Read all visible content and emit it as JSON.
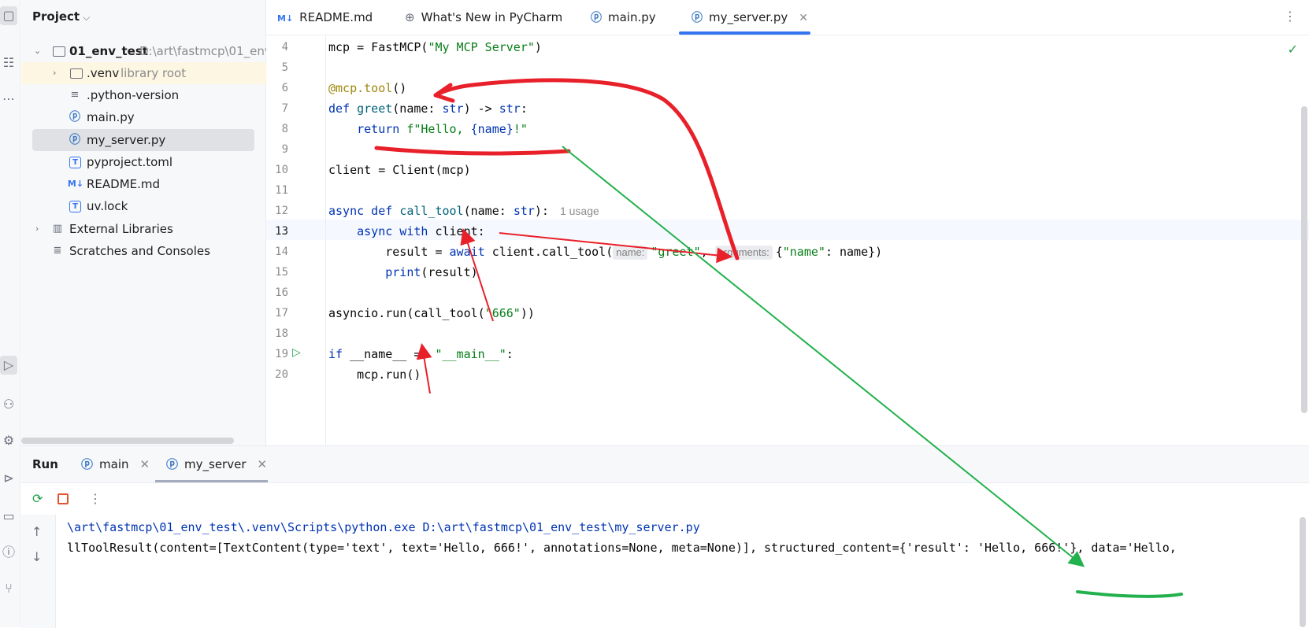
{
  "project": {
    "header": "Project",
    "tree": [
      {
        "label": "01_env_test",
        "extra": "D:\\art\\fastmcp\\01_env_",
        "bold": true
      },
      {
        "label": ".venv",
        "extra": "library root"
      },
      {
        "label": ".python-version",
        "extra": ""
      },
      {
        "label": "main.py",
        "extra": ""
      },
      {
        "label": "my_server.py",
        "extra": ""
      },
      {
        "label": "pyproject.toml",
        "extra": ""
      },
      {
        "label": "README.md",
        "extra": ""
      },
      {
        "label": "uv.lock",
        "extra": ""
      },
      {
        "label": "External Libraries",
        "extra": ""
      },
      {
        "label": "Scratches and Consoles",
        "extra": ""
      }
    ]
  },
  "tabs": [
    {
      "label": "README.md",
      "icon": "markdown-icon"
    },
    {
      "label": "What's New in PyCharm",
      "icon": "globe-icon"
    },
    {
      "label": "main.py",
      "icon": "python-icon"
    },
    {
      "label": "my_server.py",
      "icon": "python-icon",
      "active": true
    }
  ],
  "editor": {
    "line_numbers": [
      "4",
      "5",
      "6",
      "7",
      "8",
      "9",
      "10",
      "11",
      "12",
      "13",
      "14",
      "15",
      "16",
      "17",
      "18",
      "19",
      "20"
    ],
    "current_line": "13",
    "usage_hint": "1 usage",
    "param_hints": {
      "name": "name:",
      "arguments": "arguments:"
    },
    "code": {
      "l4_a": "mcp = FastMCP(",
      "l4_s": "\"My MCP Server\"",
      "l4_b": ")",
      "l6_d": "@mcp.tool",
      "l6_b": "()",
      "l7_kw": "def ",
      "l7_fn": "greet",
      "l7_a": "(name: ",
      "l7_t": "str",
      "l7_b": ") -> ",
      "l7_t2": "str",
      "l7_c": ":",
      "l8_kw": "    return ",
      "l8_s": "f\"Hello, ",
      "l8_v": "{name}",
      "l8_s2": "!\"",
      "l10": "client = Client(mcp)",
      "l12_kw": "async def ",
      "l12_fn": "call_tool",
      "l12_a": "(name: ",
      "l12_t": "str",
      "l12_b": "):",
      "l13_kw": "    async with ",
      "l13_a": "client:",
      "l14_a": "        result = ",
      "l14_kw": "await ",
      "l14_b": "client.call_tool(",
      "l14_s": "\"greet\"",
      "l14_c": ", ",
      "l14_d": "{",
      "l14_s2": "\"name\"",
      "l14_e": ": name})",
      "l15_a": "        ",
      "l15_fn": "print",
      "l15_b": "(result)",
      "l17_a": "asyncio.run(call_tool(",
      "l17_s": "\"666\"",
      "l17_b": "))",
      "l19_kw": "if ",
      "l19_a": "__name__ == ",
      "l19_s": "\"__main__\"",
      "l19_b": ":",
      "l20": "    mcp.run()"
    }
  },
  "run": {
    "title": "Run",
    "tabs": [
      {
        "label": "main"
      },
      {
        "label": "my_server"
      }
    ],
    "console": {
      "line1": "\\art\\fastmcp\\01_env_test\\.venv\\Scripts\\python.exe D:\\art\\fastmcp\\01_env_test\\my_server.py",
      "line2": "llToolResult(content=[TextContent(type='text', text='Hello, 666!', annotations=None, meta=None)], structured_content={'result': 'Hello, 666!'}, data='Hello,"
    }
  },
  "colors": {
    "accent": "#3574f0",
    "annotation_red": "#e8202a",
    "annotation_green": "#22b14c"
  }
}
